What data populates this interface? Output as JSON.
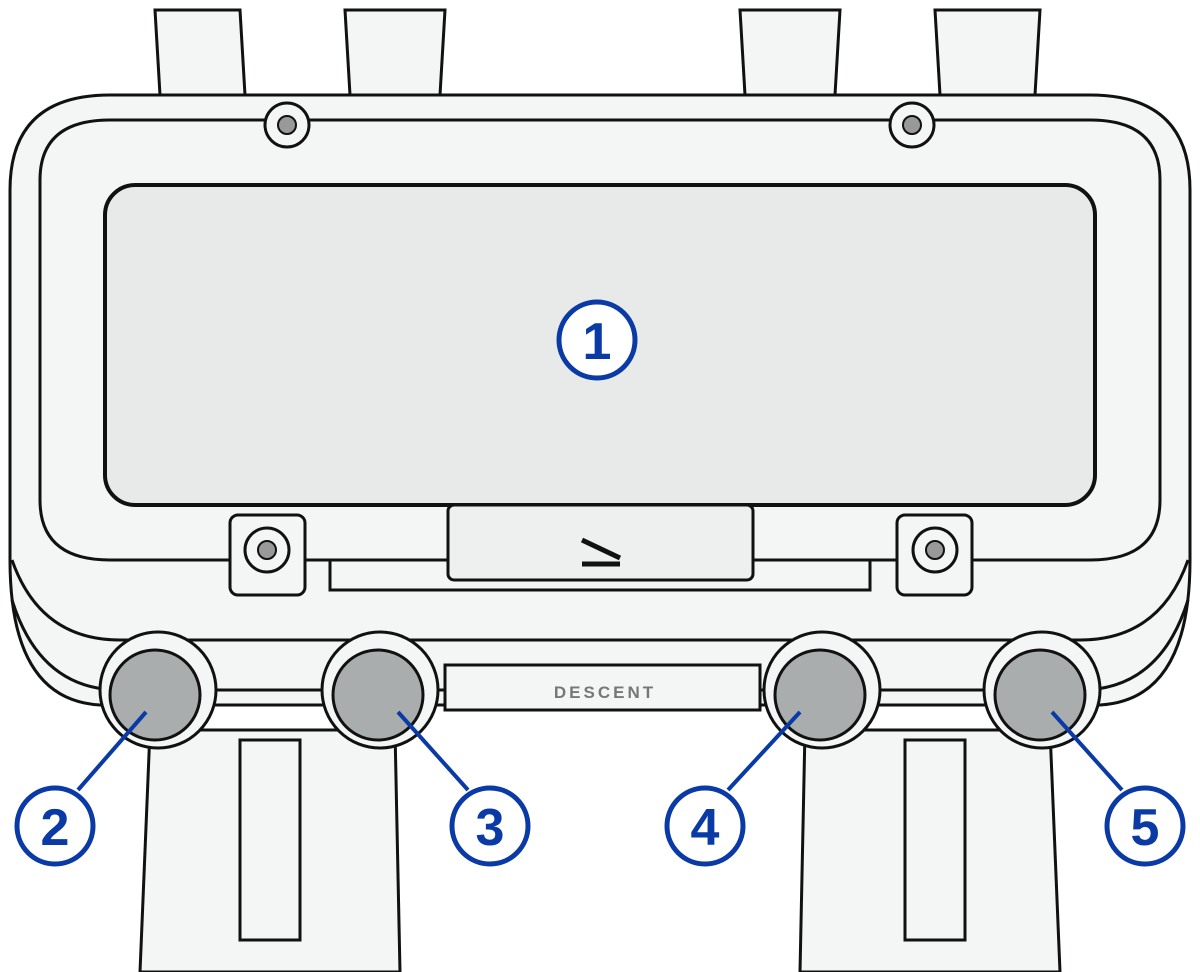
{
  "diagram": {
    "device_brand_text": "DESCENT",
    "callouts": [
      {
        "number": "1",
        "target": "display"
      },
      {
        "number": "2",
        "target": "button"
      },
      {
        "number": "3",
        "target": "button"
      },
      {
        "number": "4",
        "target": "button"
      },
      {
        "number": "5",
        "target": "button"
      }
    ],
    "callout_color": "#0a3aa6"
  }
}
